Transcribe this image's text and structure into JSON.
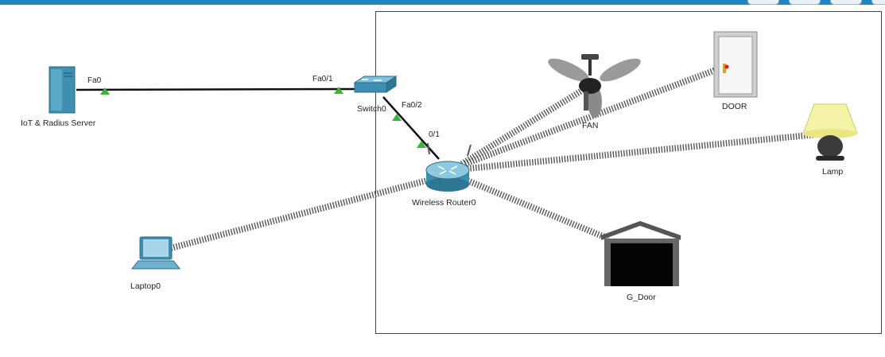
{
  "devices": {
    "server": "IoT & Radius Server",
    "switch": "Switch0",
    "router": "Wireless Router0",
    "laptop": "Laptop0",
    "fan": "FAN",
    "door": "DOOR",
    "lamp": "Lamp",
    "garage": "G_Door"
  },
  "ports": {
    "server_fa0": "Fa0",
    "switch_fa01": "Fa0/1",
    "switch_fa02": "Fa0/2",
    "router_01": "0/1"
  },
  "colors": {
    "accent_bar": "#1f87c7",
    "link_up": "#3cb43c",
    "cable": "#111111",
    "device_blue": "#3c8fb0"
  }
}
